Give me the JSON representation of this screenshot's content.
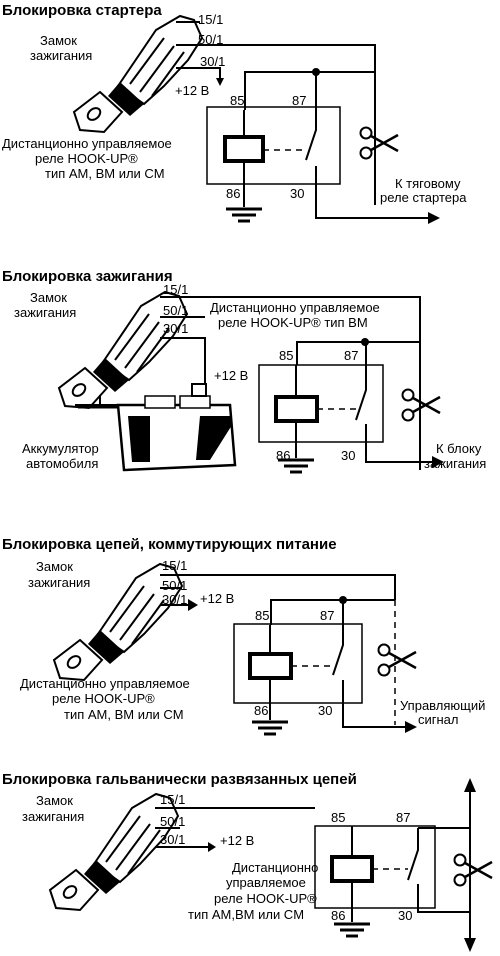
{
  "sections": [
    {
      "title": "Блокировка стартера",
      "ignition_label": [
        "Замок",
        "зажигания"
      ],
      "terminals": [
        "15/1",
        "50/1",
        "30/1"
      ],
      "supply": "+12 В",
      "relay_pins": [
        "85",
        "87",
        "86",
        "30"
      ],
      "relay_label": [
        "Дистанционно управляемое",
        "реле HOOK-UP®",
        "тип AM, BM или CM"
      ],
      "output_label": [
        "К тяговому",
        "реле стартера"
      ]
    },
    {
      "title": "Блокировка зажигания",
      "ignition_label": [
        "Замок",
        "зажигания"
      ],
      "terminals": [
        "15/1",
        "50/1",
        "30/1"
      ],
      "supply": "+12 В",
      "relay_pins": [
        "85",
        "87",
        "86",
        "30"
      ],
      "relay_label": [
        "Дистанционно управляемое",
        "реле HOOK-UP®  тип BM"
      ],
      "battery_label": [
        "Аккумулятор",
        "автомобиля"
      ],
      "output_label": [
        "К блоку",
        "зажигания"
      ]
    },
    {
      "title": "Блокировка цепей, коммутирующих питание",
      "ignition_label": [
        "Замок",
        "зажигания"
      ],
      "terminals": [
        "15/1",
        "50/1",
        "30/1"
      ],
      "supply": "+12 В",
      "relay_pins": [
        "85",
        "87",
        "86",
        "30"
      ],
      "relay_label": [
        "Дистанционно управляемое",
        "реле HOOK-UP®",
        "тип AM, BM или CM"
      ],
      "output_label": [
        "Управляющий",
        "сигнал"
      ]
    },
    {
      "title": "Блокировка гальванически развязанных цепей",
      "ignition_label": [
        "Замок",
        "зажигания"
      ],
      "terminals": [
        "15/1",
        "50/1",
        "30/1"
      ],
      "supply": "+12 В",
      "relay_pins": [
        "85",
        "87",
        "86",
        "30"
      ],
      "relay_label": [
        "Дистанционно",
        "управляемое",
        "реле HOOK-UP®",
        "тип AM,BM или CM"
      ]
    }
  ]
}
